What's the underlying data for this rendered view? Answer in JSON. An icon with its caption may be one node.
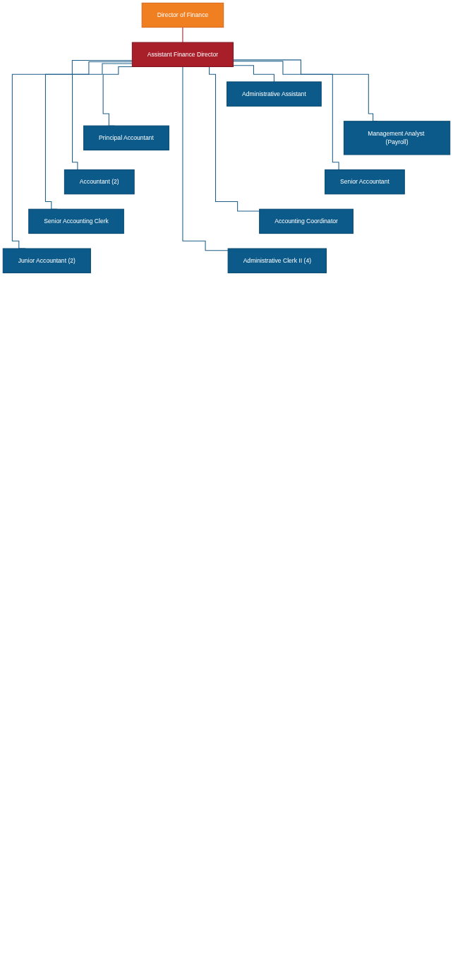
{
  "diagram": {
    "nodes": [
      {
        "text": [
          "Director of Finance"
        ]
      },
      {
        "text": [
          "Assistant Finance Director"
        ]
      },
      {
        "text": [
          "Administrative Assistant"
        ]
      },
      {
        "text": [
          "Principal Accountant"
        ]
      },
      {
        "text": [
          "Management Analyst (Payroll)"
        ]
      },
      {
        "text": [
          "Accountant (2)"
        ]
      },
      {
        "text": [
          "Senior Accountant"
        ]
      },
      {
        "text": [
          "Senior Accounting Clerk"
        ]
      },
      {
        "text": [
          "Accounting Coordinator"
        ]
      },
      {
        "text": [
          "Junior Accountant (2)"
        ]
      },
      {
        "text": [
          "Administrative Clerk II (4)"
        ]
      }
    ],
    "edges": [
      {
        "from": 0,
        "to": 1,
        "arrow": "none",
        "color": "#a3222c"
      },
      {
        "from": 1,
        "to": 2,
        "arrow": "none"
      },
      {
        "from": 1,
        "to": 3,
        "arrow": "none"
      },
      {
        "from": 1,
        "to": 4,
        "arrow": "none"
      },
      {
        "from": 1,
        "to": 5,
        "arrow": "none"
      },
      {
        "from": 1,
        "to": 6,
        "arrow": "none"
      },
      {
        "from": 1,
        "to": 7,
        "arrow": "none"
      },
      {
        "from": 1,
        "to": 8,
        "arrow": "none"
      },
      {
        "from": 1,
        "to": 9,
        "arrow": "none"
      },
      {
        "from": 1,
        "to": 10,
        "arrow": "none"
      }
    ]
  }
}
